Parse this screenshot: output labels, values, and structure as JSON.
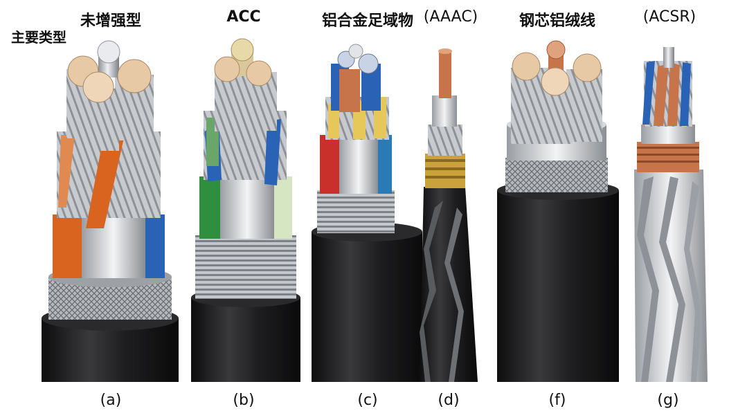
{
  "side_label": "主要类型",
  "titles": [
    "未增强型",
    "ACC",
    "铝合金足域物",
    "(AAAC)",
    "钢芯铝绒线",
    "(ACSR)"
  ],
  "captions": [
    "(a)",
    "(b)",
    "(c)",
    "(d)",
    "(f)",
    "(g)"
  ],
  "colors": {
    "jacket": "#1d1d1f",
    "aluminum": "#c9cdd2",
    "copper": "#c8744a",
    "orange": "#d9641f",
    "blue": "#2a62b5",
    "green": "#2f8f3e",
    "lightgreen": "#d6e6c3",
    "red": "#c9302c",
    "yellow": "#e6c85a",
    "brass": "#c9a23c"
  }
}
